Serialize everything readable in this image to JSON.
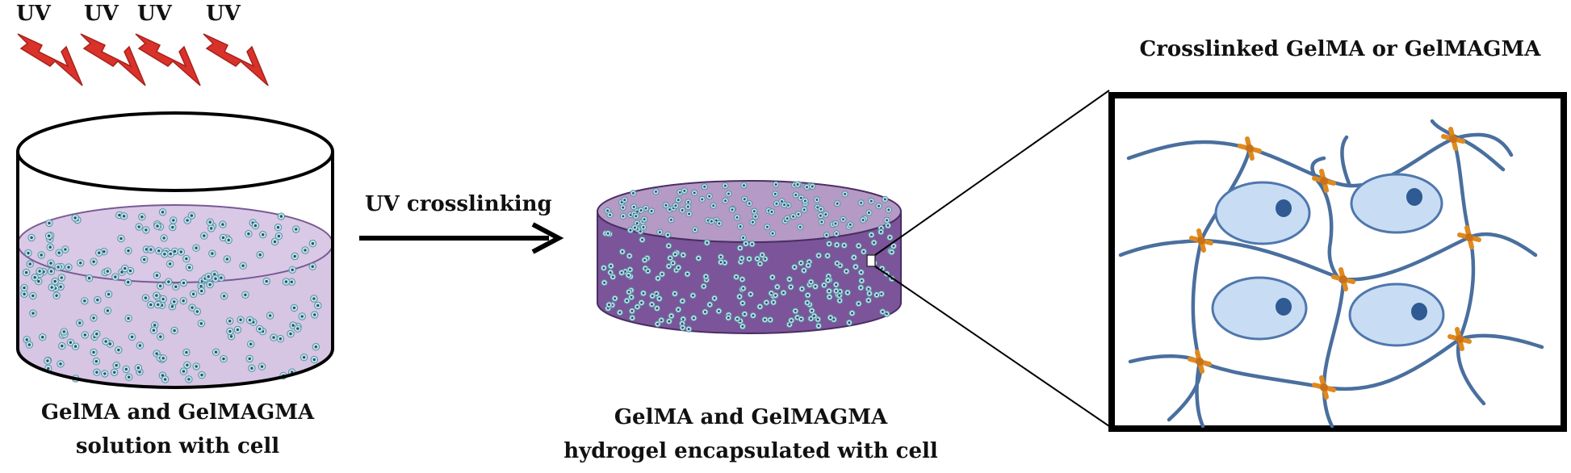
{
  "uv_labels": [
    "UV",
    "UV",
    "UV",
    "UV"
  ],
  "arrow_label": "UV crosslinking",
  "left_caption": {
    "line1": "GelMA and GelMAGMA",
    "line2": "solution with cell"
  },
  "middle_caption": {
    "line1": "GelMA and GelMAGMA",
    "line2": "hydrogel encapsulated with cell"
  },
  "right_title": "Crosslinked GelMA or GelMAGMA",
  "colors": {
    "uv_bolt": "#d8322a",
    "solution": "#d6c6e3",
    "hydrogel_top": "#b59ac6",
    "hydrogel_side": "#7b5499",
    "cell": "#bfe6ee",
    "fiber": "#4a6f9e",
    "crosslink": "#e08a1e",
    "cell_body": "#c8ddf3",
    "nucleus": "#2f5a93"
  }
}
